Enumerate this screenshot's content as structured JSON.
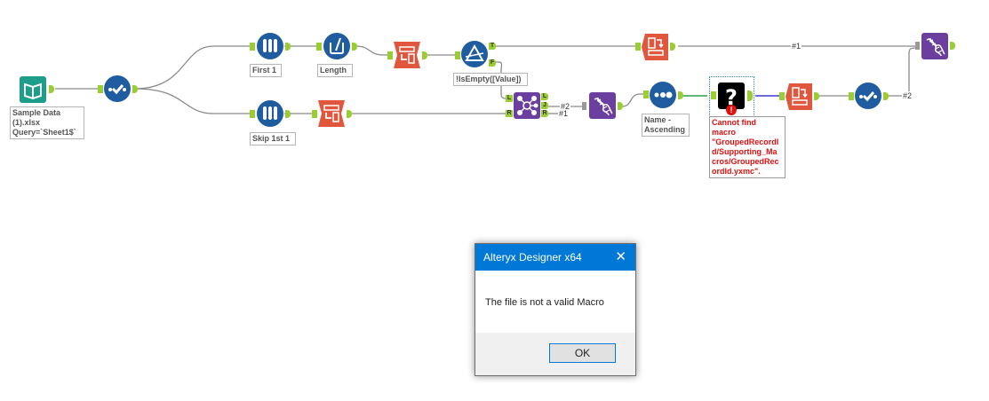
{
  "app": "Alteryx Designer x64",
  "canvas": {
    "tools": [
      {
        "id": "input",
        "type": "Input Data",
        "icon": "book-icon",
        "color": "#1e9d8b",
        "label": "Sample Data\n(1).xlsx\nQuery=`Sheet1$`"
      },
      {
        "id": "select1",
        "type": "Select",
        "icon": "checkmark-icon",
        "color": "#1f5da0",
        "label": ""
      },
      {
        "id": "sample_first",
        "type": "Sample",
        "icon": "test-tubes-icon",
        "color": "#1f5da0",
        "label": "First 1"
      },
      {
        "id": "sample_skip",
        "type": "Sample",
        "icon": "test-tubes-icon",
        "color": "#1f5da0",
        "label": "Skip 1st 1"
      },
      {
        "id": "length",
        "type": "Formula",
        "icon": "beaker-icon",
        "color": "#1f5da0",
        "label": "Length"
      },
      {
        "id": "transpose1",
        "type": "Transpose",
        "icon": "transpose-icon",
        "color": "#e0573e",
        "label": ""
      },
      {
        "id": "transpose2",
        "type": "Transpose",
        "icon": "transpose-icon",
        "color": "#e0573e",
        "label": ""
      },
      {
        "id": "filter",
        "type": "Filter",
        "icon": "filter-triangle-icon",
        "color": "#1f5da0",
        "label": "!IsEmpty([Value])"
      },
      {
        "id": "join",
        "type": "Join",
        "icon": "join-network-icon",
        "color": "#6b3fa0",
        "label": ""
      },
      {
        "id": "union1",
        "type": "Union",
        "icon": "dna-icon",
        "color": "#6b3fa0",
        "label": ""
      },
      {
        "id": "sort",
        "type": "Sort",
        "icon": "dots-icon",
        "color": "#1f5da0",
        "label": "Name -\nAscending"
      },
      {
        "id": "macro",
        "type": "Missing Macro",
        "icon": "question-mark-icon",
        "color": "#000000",
        "label": "Cannot find\nmacro\n\"GroupedRecordI\nd/Supporting_Ma\ncros/GroupedRec\nordId.yxmc\"."
      },
      {
        "id": "crosstab1",
        "type": "Cross Tab",
        "icon": "crosstab-icon",
        "color": "#e0573e",
        "label": ""
      },
      {
        "id": "crosstab2",
        "type": "Cross Tab",
        "icon": "crosstab-icon",
        "color": "#e0573e",
        "label": ""
      },
      {
        "id": "select2",
        "type": "Select",
        "icon": "checkmark-icon",
        "color": "#1f5da0",
        "label": ""
      },
      {
        "id": "union2",
        "type": "Union",
        "icon": "dna-icon",
        "color": "#6b3fa0",
        "label": ""
      }
    ],
    "anchors": {
      "filter_true": "T",
      "filter_false": "F",
      "join_left_in": "L",
      "join_right_in": "R",
      "join_left_out": "L",
      "join_join_out": "J",
      "join_right_out": "R"
    },
    "connection_labels": {
      "join_j": "#2",
      "join_r": "#1",
      "top_to_union": "#1",
      "select_to_union": "#2"
    }
  },
  "dialog": {
    "title": "Alteryx Designer x64",
    "close_glyph": "✕",
    "message": "The file is not a valid Macro",
    "ok_label": "OK"
  }
}
